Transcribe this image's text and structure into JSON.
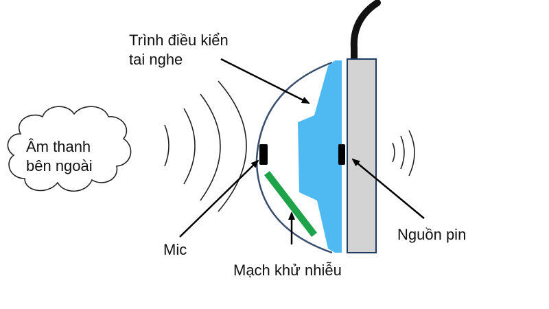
{
  "labels": {
    "cloud_line1": "Âm thanh",
    "cloud_line2": "bên ngoài",
    "driver_line1": "Trình điều kiển",
    "driver_line2": "tai nghe",
    "mic": "Mic",
    "noise_circuit": "Mạch khử nhiễu",
    "battery": "Nguồn pin"
  },
  "colors": {
    "driver": "#4fb9f2",
    "housing_outline": "#3a4e6e",
    "battery_fill": "#d3d3d3",
    "battery_outline": "#1f3a5f",
    "circuit_board": "#1fa34a",
    "cable": "#111111",
    "sensor": "#000000",
    "arrows": "#000000",
    "sound_waves": "#222222"
  }
}
